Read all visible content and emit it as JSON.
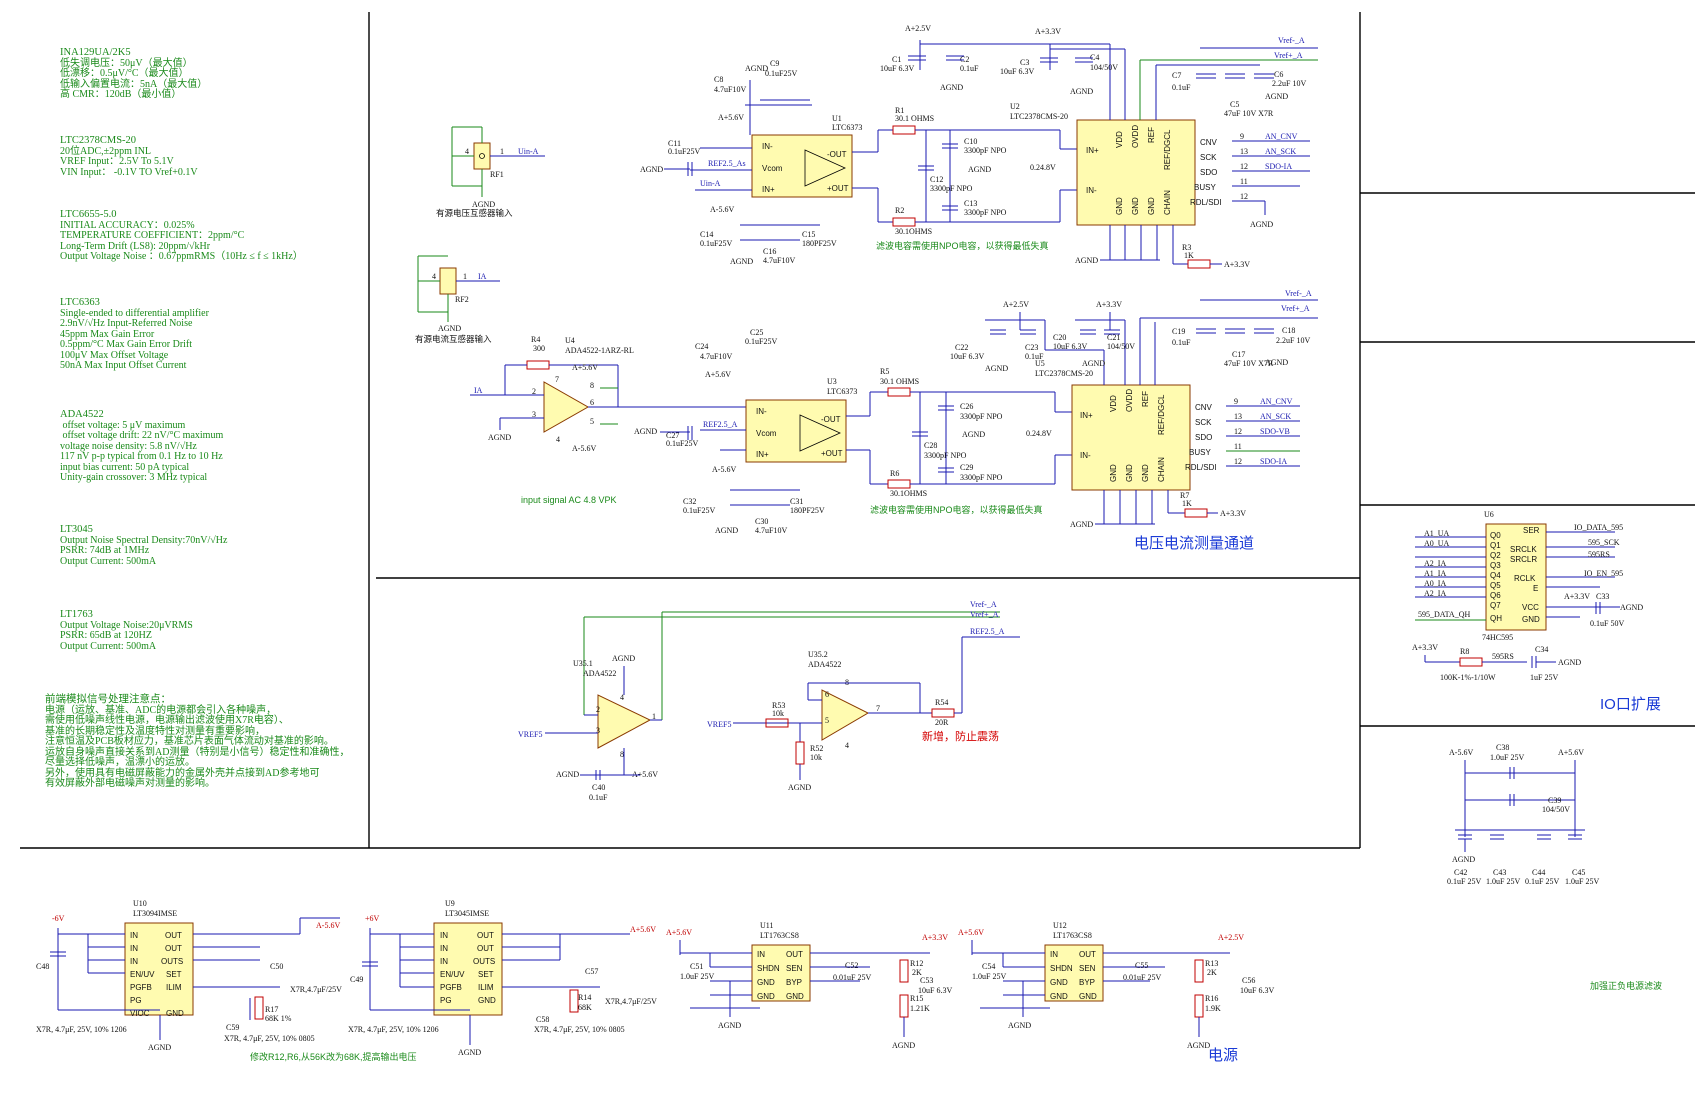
{
  "notes": [
    {
      "title": "INA129UA/2K5",
      "lines": [
        "低失调电压：50μV（最大值）",
        "低漂移：0.5μV/°C（最大值）",
        "低输入偏置电流：5nA（最大值）",
        "高 CMR：120dB（最小值）"
      ]
    },
    {
      "title": "LTC2378CMS-20",
      "lines": [
        "20位ADC,±2ppm INL",
        "VREF Input：2.5V To 5.1V",
        "VIN Input： -0.1V TO Vref+0.1V"
      ]
    },
    {
      "title": "LTC6655-5.0",
      "lines": [
        "INITIAL ACCURACY：0.025%",
        "TEMPERATURE COEFFICIENT：2ppm/°C",
        "Long-Term Drift (LS8): 20ppm/√kHr",
        "Output Voltage Noise ：0.67ppmRMS（10Hz ≤ f ≤ 1kHz）"
      ]
    },
    {
      "title": "LTC6363",
      "lines": [
        "Single-ended to differential amplifier",
        "2.9nV/√Hz Input-Referred Noise",
        "45ppm Max Gain Error",
        "0.5ppm/°C Max Gain Error Drift",
        "100μV Max Offset Voltage",
        "50nA Max Input Offset Current"
      ]
    },
    {
      "title": "ADA4522",
      "lines": [
        " offset voltage: 5 μV maximum",
        " offset voltage drift: 22 nV/°C maximum",
        "voltage noise density: 5.8 nV/√Hz",
        "117 nV p-p typical from 0.1 Hz to 10 Hz",
        "input bias current: 50 pA typical",
        "Unity-gain crossover: 3 MHz typical"
      ]
    },
    {
      "title": "LT3045",
      "lines": [
        "Output Noise Spectral Density:70nV/√Hz",
        "PSRR: 74dB at 1MHz",
        "Output Current: 500mA"
      ]
    },
    {
      "title": "LT1763",
      "lines": [
        "Output Voltage Noise:20μVRMS",
        "PSRR: 65dB at 120HZ",
        "Output Current: 500mA"
      ]
    },
    {
      "title": "前端模拟信号处理注意点：",
      "lines": [
        "电源（运放、基准、ADC的电源都会引入各种噪声，",
        "需使用低噪声线性电源，电源输出滤波使用X7R电容）、",
        "基准的长期稳定性及温度特性对测量有重要影响，",
        "注意恒温及PCB板材应力，基准芯片表面气体流动对基准的影响。",
        "运放自身噪声直接关系到AD测量（特别是小信号）稳定性和准确性，",
        "尽量选择低噪声，温漂小的运放。",
        "另外，使用具有电磁屏蔽能力的金属外壳并点接到AD参考地可",
        "有效屏蔽外部电磁噪声对测量的影响。"
      ]
    }
  ],
  "sections": {
    "measure": "电压电流测量通道",
    "io": "IO口扩展",
    "power": "电源",
    "filter": "加强正负电源滤波"
  },
  "sensors": {
    "rf1": {
      "ref": "RF1",
      "net": "Uin-A",
      "caption": "有源电压互感器输入",
      "gnd": "AGND"
    },
    "rf2": {
      "ref": "RF2",
      "net": "IA",
      "caption": "有源电流互感器输入",
      "gnd": "AGND"
    }
  },
  "annotations": {
    "npo1": "滤波电容需使用NPO电容，以获得最低失真",
    "npo2": "滤波电容需使用NPO电容，以获得最低失真",
    "input_signal": "input signal AC 4.8 VPK",
    "anti_osc": "新增，防止震荡",
    "r_mod": "修改R12,R6,从56K改为68K,提高输出电压"
  },
  "channelA": {
    "u1": "U1",
    "u1_part": "LTC6373",
    "u2": "U2",
    "u2_part": "LTC2378CMS-20",
    "r1": "R1",
    "r1_val": "30.1 OHMS",
    "r2": "R2",
    "r2_val": "30.1OHMS",
    "c10": "C10",
    "c10_val": "3300pF NPO",
    "c12": "C12",
    "c12_val": "3300pF NPO",
    "c13": "C13",
    "c13_val": "3300pF NPO",
    "c1": "C1",
    "c1_val": "10uF 6.3V",
    "c2": "C2",
    "c2_val": "0.1uF",
    "c3": "C3",
    "c3_val": "10uF 6.3V",
    "c4": "C4",
    "c4_val": "104/50V",
    "c5": "C5",
    "c5_val": "47uF 10V X7R",
    "c6": "C6",
    "c6_val": "2.2uF 10V",
    "c7": "C7",
    "c7_val": "0.1uF",
    "c8": "C8",
    "c8_val": "4.7uF10V",
    "c9": "C9",
    "c9_val": "0.1uF25V",
    "c11": "C11",
    "c11_val": "0.1uF25V",
    "c14": "C14",
    "c14_val": "0.1uF25V",
    "c15": "C15",
    "c15_val": "180PF25V",
    "c16": "C16",
    "c16_val": "4.7uF10V",
    "r3": "R3",
    "r3_val": "1K",
    "ref_net": "REF2.5_As",
    "in_net": "Uin-A",
    "ratio": "0.24.8V",
    "vref_m": "Vref-_A",
    "vref_p": "Vref+_A",
    "sig": [
      "AN_CNV",
      "AN_SCK",
      "SDO-IA"
    ],
    "adc_pins": [
      "CNV",
      "SCK",
      "SDO",
      "BUSY",
      "RDL/SDI"
    ],
    "adc_pin_nums": [
      "9",
      "13",
      "12",
      "11",
      "12"
    ]
  },
  "channelB": {
    "u3": "U3",
    "u3_part": "LTC6373",
    "u4": "U4",
    "u4_part": "ADA4522-1ARZ-RL",
    "u5": "U5",
    "u5_part": "LTC2378CMS-20",
    "r4": "R4",
    "r4_val": "300",
    "r5": "R5",
    "r5_val": "30.1 OHMS",
    "r6": "R6",
    "r6_val": "30.1OHMS",
    "c26": "C26",
    "c26_val": "3300pF NPO",
    "c28": "C28",
    "c28_val": "3300pF NPO",
    "c29": "C29",
    "c29_val": "3300pF NPO",
    "c20": "C20",
    "c20_val": "10uF 6.3V",
    "c21": "C21",
    "c21_val": "104/50V",
    "c22": "C22",
    "c22_val": "10uF 6.3V",
    "c23": "C23",
    "c23_val": "0.1uF",
    "c17": "C17",
    "c17_val": "47uF 10V X7R",
    "c18": "C18",
    "c18_val": "2.2uF 10V",
    "c19": "C19",
    "c19_val": "0.1uF",
    "c24": "C24",
    "c24_val": "4.7uF10V",
    "c25": "C25",
    "c25_val": "0.1uF25V",
    "c27": "C27",
    "c27_val": "0.1uF25V",
    "c30": "C30",
    "c30_val": "4.7uF10V",
    "c31": "C31",
    "c31_val": "180PF25V",
    "c32": "C32",
    "c32_val": "0.1uF25V",
    "r7": "R7",
    "r7_val": "1K",
    "ref_net": "REF2.5_A",
    "ratio": "0.24.8V",
    "vref_m": "Vref-_A",
    "vref_p": "Vref+_A",
    "sig": [
      "AN_CNV",
      "AN_SCK",
      "SDO-VB",
      "SDO-IA"
    ]
  },
  "refbuf": {
    "u351": "U35.1",
    "u351_part": "ADA4522",
    "u352": "U35.2",
    "u352_part": "ADA4522",
    "r53": "R53",
    "r53_val": "10k",
    "r52": "R52",
    "r52_val": "10k",
    "r54": "R54",
    "r54_val": "20R",
    "c40": "C40",
    "c40_val": "0.1uF",
    "vref": "VREF5",
    "out_net": "REF2.5_A",
    "vm": "Vref-_A",
    "vp": "Vref+_A"
  },
  "io": {
    "u6": "U6",
    "part": "74HC595",
    "left_pins": [
      "Q0",
      "Q1",
      "Q2",
      "Q3",
      "Q4",
      "Q5",
      "Q6",
      "Q7",
      "QH"
    ],
    "right_pins": [
      "SER",
      "SRCLK",
      "SRCLR",
      "RCLK",
      "E",
      "VCC",
      "GND"
    ],
    "nets_left": [
      "A1_UA",
      "A0_UA",
      "A2_IA",
      "A1_IA",
      "A0_IA",
      "A2_IA",
      "595_DATA_QH"
    ],
    "nets_right": [
      "IO_DATA_595",
      "595_SCK",
      "595RS",
      "IO_EN_595"
    ],
    "r8": "R8",
    "r8_val": "100K-1%-1/10W",
    "r8_net": "595RS",
    "c34": "C34",
    "c34_val": "1uF 25V",
    "c33": "C33",
    "c33_val": "0.1uF 50V"
  },
  "filter": {
    "caps": [
      {
        "ref": "C42",
        "val": "0.1uF 25V"
      },
      {
        "ref": "C43",
        "val": "1.0uF 25V"
      },
      {
        "ref": "C44",
        "val": "0.1uF 25V"
      },
      {
        "ref": "C45",
        "val": "1.0uF 25V"
      }
    ],
    "c38": "C38",
    "c38_val": "1.0uF 25V",
    "c39": "C39",
    "c39_val": "104/50V",
    "neg": "A-5.6V",
    "pos": "A+5.6V"
  },
  "power": {
    "u10": "U10",
    "u10_part": "LT3094IMSE",
    "u9": "U9",
    "u9_part": "LT3045IMSE",
    "u11": "U11",
    "u11_part": "LT1763CS8",
    "u12": "U12",
    "u12_part": "LT1763CS8",
    "u10_left": [
      "IN",
      "IN",
      "IN",
      "EN/UV",
      "PGFB",
      "PG",
      "VIOC"
    ],
    "u10_right": [
      "OUT",
      "OUT",
      "OUTS",
      "SET",
      "ILIM",
      "GND"
    ],
    "u9_left": [
      "IN",
      "IN",
      "IN",
      "EN/UV",
      "PGFB",
      "PG"
    ],
    "u9_right": [
      "OUT",
      "OUT",
      "OUTS",
      "SET",
      "ILIM",
      "GND"
    ],
    "u11_left": [
      "IN",
      "SHDN",
      "GND",
      "GND"
    ],
    "u11_right": [
      "OUT",
      "SEN",
      "BYP",
      "GND"
    ],
    "c48": "C48",
    "c49": "C49",
    "c50": "C50",
    "c50_val": "X7R,4.7μF/25V",
    "c59": "C59",
    "c59_val": "X7R, 4.7μF, 25V, 10% 0805",
    "r17": "R17",
    "r17_val": "68K 1%",
    "r14": "R14",
    "r14_val": "68K",
    "c57": "C57",
    "c57_val": "X7R,4.7μF/25V",
    "c58": "C58",
    "c58_val": "X7R, 4.7μF, 25V, 10% 0805",
    "cap_note": "X7R, 4.7μF, 25V, 10% 1206",
    "c51": "C51",
    "c51_val": "1.0uF 25V",
    "c52": "C52",
    "c52_val": "0.01uF 25V",
    "c53": "C53",
    "c53_val": "10uF 6.3V",
    "r12": "R12",
    "r12_val": "2K",
    "r15": "R15",
    "r15_val": "1.21K",
    "c54": "C54",
    "c54_val": "1.0uF 25V",
    "c55": "C55",
    "c55_val": "0.01uF 25V",
    "c56": "C56",
    "c56_val": "10uF 6.3V",
    "r13": "R13",
    "r13_val": "2K",
    "r16": "R16",
    "r16_val": "1.9K",
    "rails": {
      "n6": "-6V",
      "p6": "+6V",
      "an56": "A-5.6V",
      "ap56": "A+5.6V",
      "ap33": "A+3.3V",
      "ap25": "A+2.5V"
    }
  },
  "nets": {
    "agnd": "AGND",
    "a33": "A+3.3V",
    "a25": "A+2.5V",
    "ap56": "A+5.6V",
    "an56": "A-5.6V"
  }
}
